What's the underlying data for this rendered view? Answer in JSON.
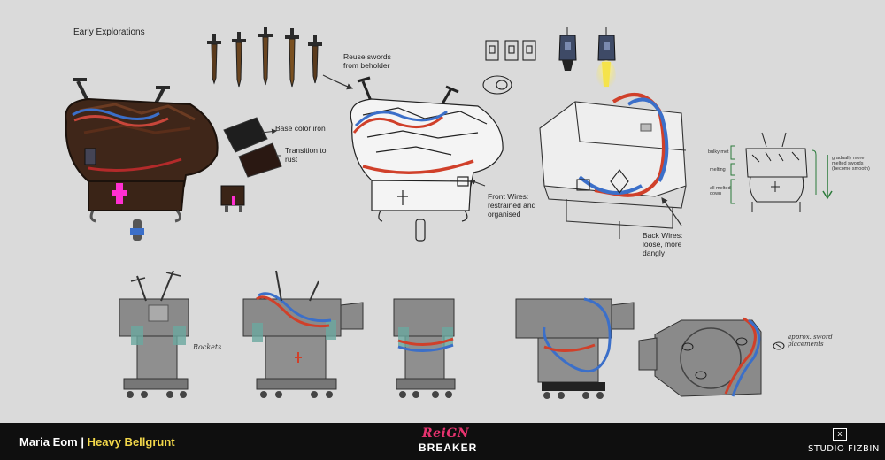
{
  "heading": "Early Explorations",
  "notes": {
    "reuse_swords": "Reuse swords from beholder",
    "base_color": "Base color iron",
    "transition": "Transition to rust",
    "front_wires": "Front Wires: restrained and organised",
    "back_wires": "Back Wires: loose, more dangly",
    "bulky_met": "bulky met",
    "melting": "melting",
    "all_melted": "all melted down",
    "gradually": "gradually more melted swords (become smooth)",
    "rockets": "Rockets",
    "sword_placements": "approx. sword placements"
  },
  "footer": {
    "artist": "Maria Eom",
    "separator": "|",
    "project": "Heavy Bellgrunt",
    "logo_top": "ReiGN",
    "logo_bottom": "BREAKER",
    "studio_icon": "x",
    "studio": "STUDIO FIZBIN"
  },
  "colors": {
    "background": "#dadada",
    "footer": "#0f0f0f",
    "project_accent": "#f3d84a",
    "logo_pink": "#e8336f",
    "wire_red": "#d0402a",
    "wire_blue": "#3b6fc9",
    "rust": "#4a2a1c",
    "glow_yellow": "#f5e34a",
    "magenta": "#ff2fd2"
  }
}
